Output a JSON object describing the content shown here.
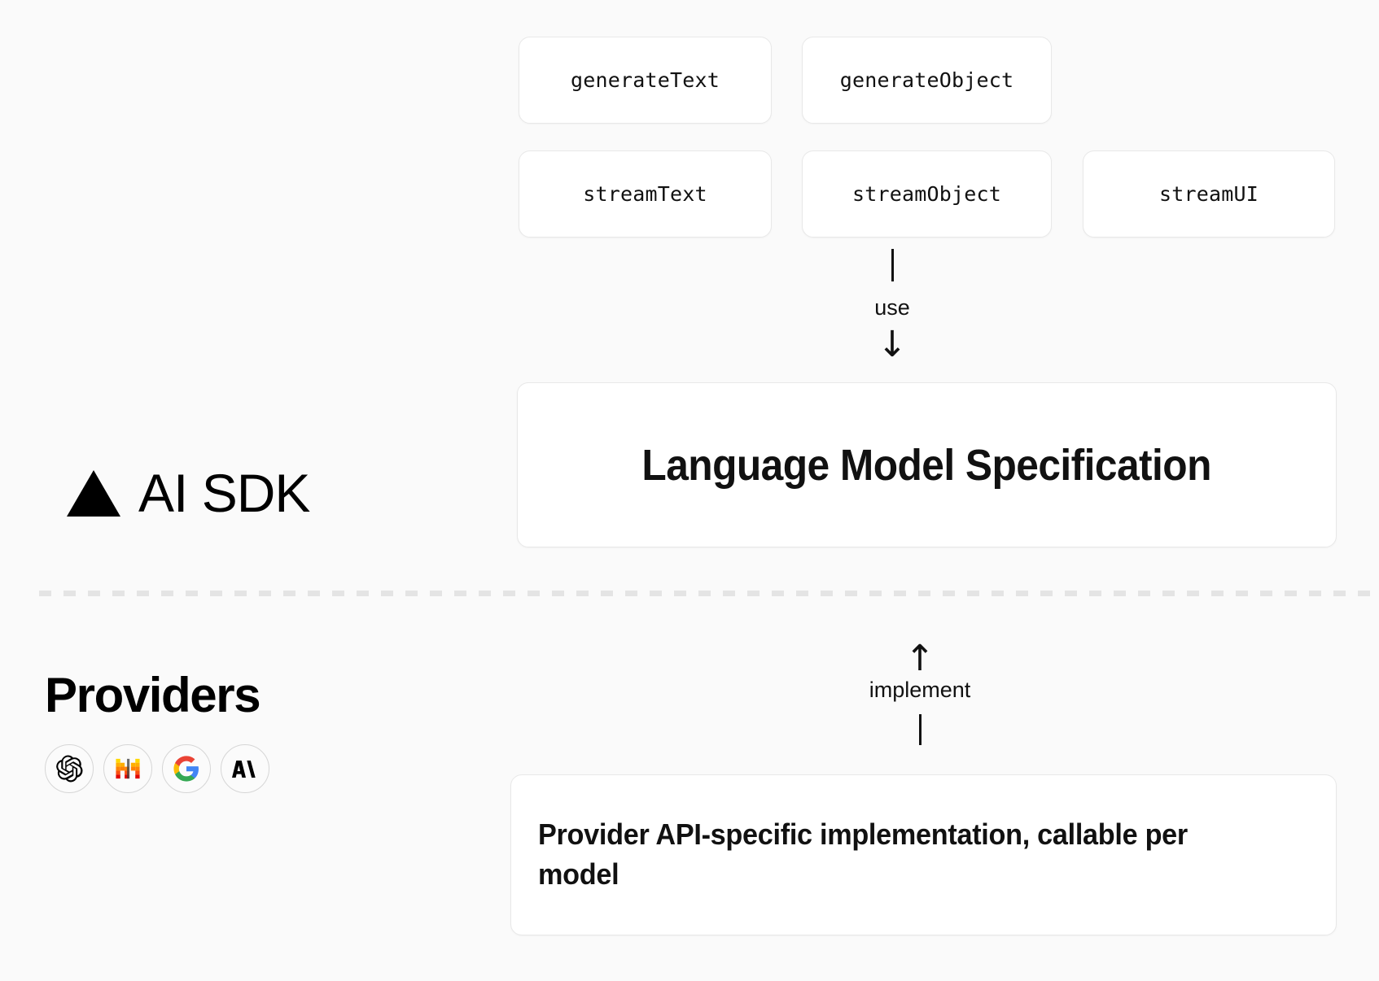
{
  "diagram": {
    "title": "AI SDK Language Model Specification architecture",
    "background_color": "#fafafa",
    "layers": {
      "top": {
        "label_text": "AI SDK",
        "logo_icon": "vercel-triangle-icon"
      },
      "bottom": {
        "label_text": "Providers"
      }
    },
    "functions": [
      {
        "name": "generateText",
        "row": 1,
        "col": 1
      },
      {
        "name": "generateObject",
        "row": 1,
        "col": 2
      },
      {
        "name": "streamText",
        "row": 2,
        "col": 1
      },
      {
        "name": "streamObject",
        "row": 2,
        "col": 2
      },
      {
        "name": "streamUI",
        "row": 2,
        "col": 3
      }
    ],
    "spec_box": {
      "title": "Language Model Specification"
    },
    "impl_box": {
      "text": "Provider API-specific implementation, callable per model"
    },
    "connectors": [
      {
        "id": "use",
        "label": "use",
        "direction": "down",
        "arrow_glyph": "↓"
      },
      {
        "id": "implement",
        "label": "implement",
        "direction": "up",
        "arrow_glyph": "↑"
      }
    ],
    "providers": [
      {
        "id": "openai",
        "name": "OpenAI",
        "icon": "openai-logo-icon",
        "color": "#000000"
      },
      {
        "id": "mistral",
        "name": "Mistral AI",
        "icon": "mistral-logo-icon",
        "color": "#ff7000"
      },
      {
        "id": "google",
        "name": "Google",
        "icon": "google-logo-icon",
        "color": "#4285f4"
      },
      {
        "id": "anthropic",
        "name": "Anthropic",
        "icon": "anthropic-logo-icon",
        "color": "#000000"
      }
    ],
    "colors": {
      "background": "#fafafa",
      "card_background": "#ffffff",
      "card_border": "#e8e8e8",
      "divider": "#e4e4e4",
      "text": "#111111",
      "mistral_orange": "#ff7000",
      "mistral_yellow": "#ffaf00",
      "mistral_red": "#f2260f",
      "google_blue": "#4285f4",
      "google_green": "#34a853",
      "google_yellow": "#fbbc05",
      "google_red": "#ea4335"
    }
  }
}
